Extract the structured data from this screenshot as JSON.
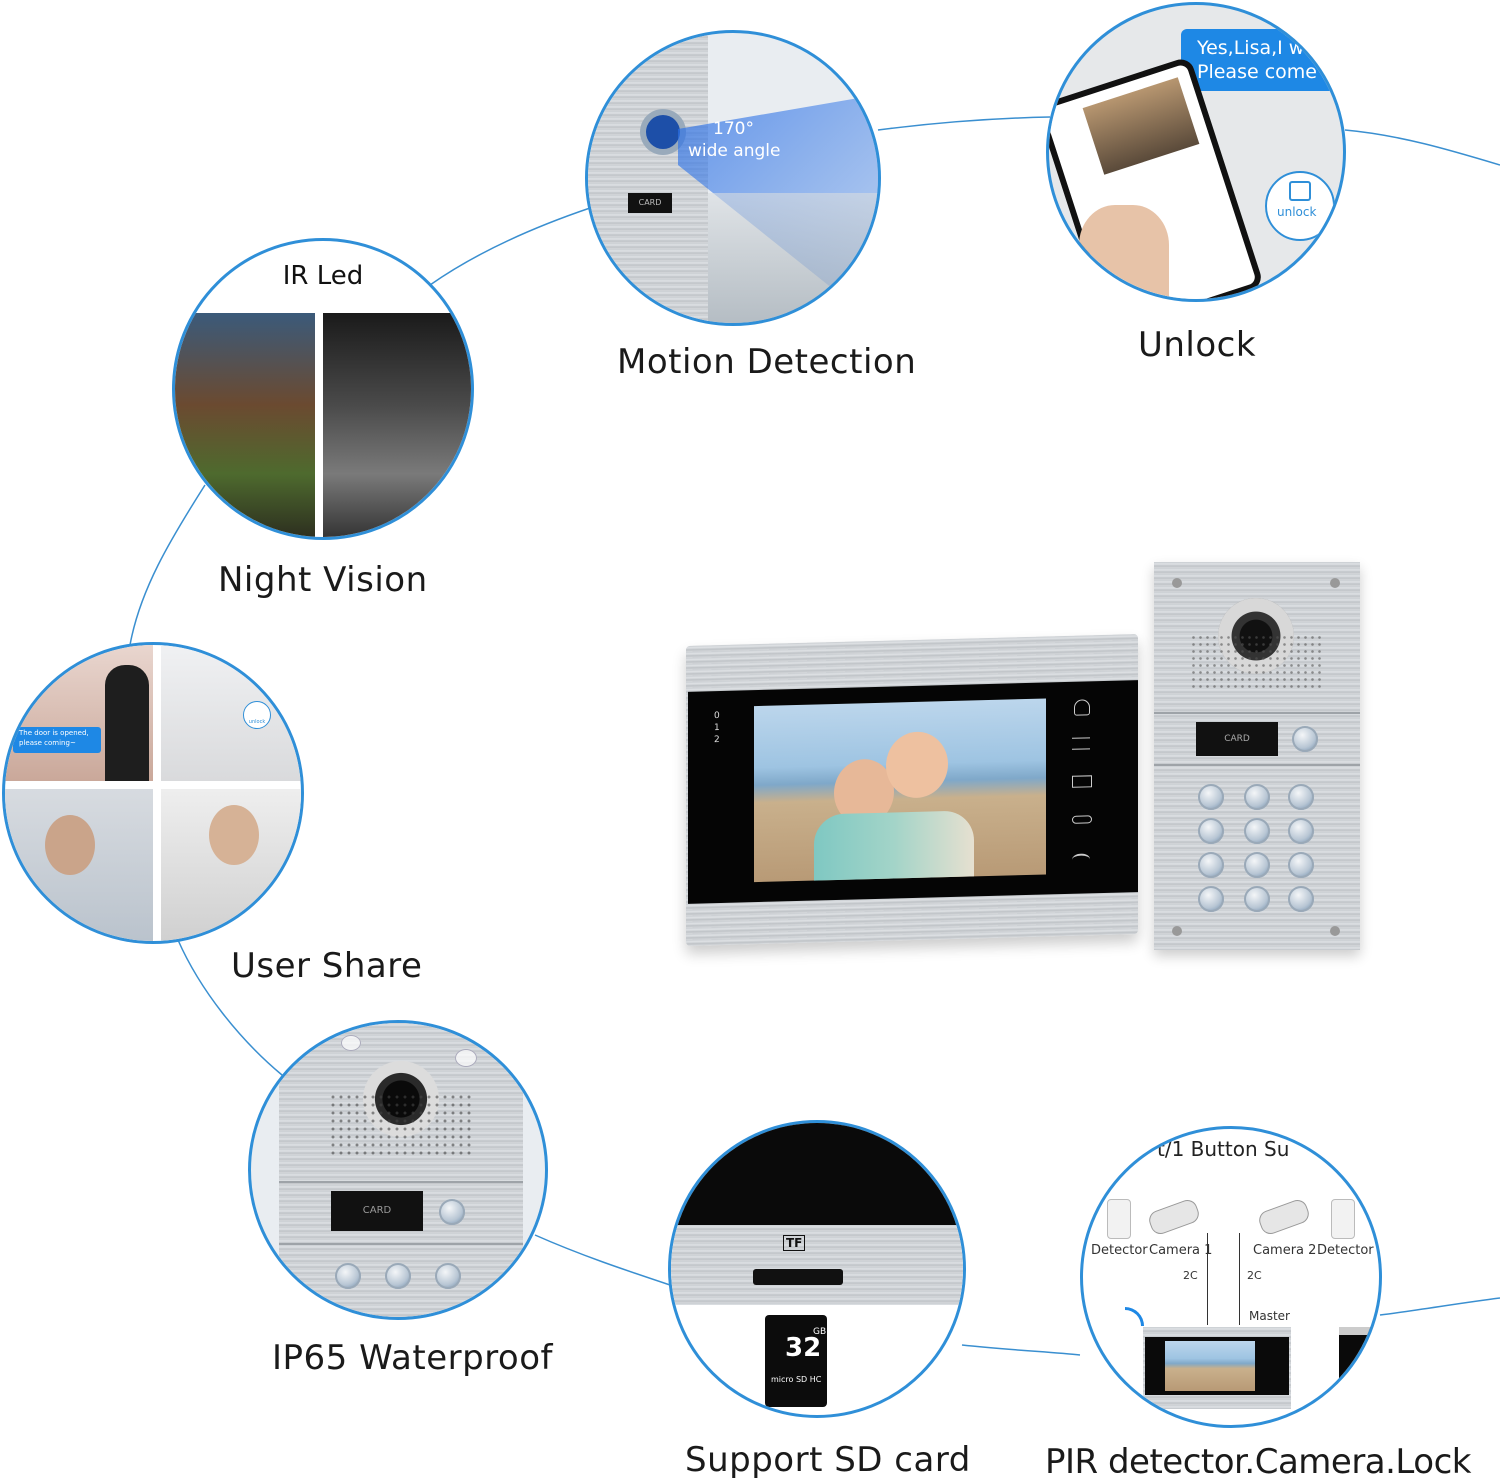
{
  "labels": {
    "ir_led": "IR Led",
    "night_vision": "Night Vision",
    "motion_detection": "Motion Detection",
    "unlock": "Unlock",
    "user_share": "User Share",
    "ip65": "IP65 Waterproof",
    "sd_card": "Support SD card",
    "pir": "PIR detector.Camera.Lock"
  },
  "motion": {
    "angle_line1": "170°",
    "angle_line2": "wide angle",
    "card": "CARD"
  },
  "unlock_bubble": {
    "chat_line1": "Yes,Lisa,I w",
    "chat_line2": "Please come",
    "unlock_text": "unlock"
  },
  "share_bubble": {
    "door_msg_line1": "The door is opened,",
    "door_msg_line2": "please coming~",
    "mini_unlock": "unlock"
  },
  "monitor": {
    "indicator": [
      "0",
      "1",
      "2"
    ]
  },
  "doorstation": {
    "card": "CARD"
  },
  "waterproof": {
    "card": "CARD"
  },
  "sd": {
    "tf": "TF",
    "capacity": "32",
    "unit": "GB",
    "brand": "micro SD HC"
  },
  "pir_bubble": {
    "header": "t/1 Button Su",
    "detector_left": "Detector",
    "camera1": "Camera 1",
    "camera2": "Camera 2",
    "detector_right": "Detector",
    "wire_left": "2C",
    "wire_right": "2C",
    "master": "Master"
  },
  "colors": {
    "accent": "#2f8fd8",
    "chat_blue": "#1e88e5"
  }
}
